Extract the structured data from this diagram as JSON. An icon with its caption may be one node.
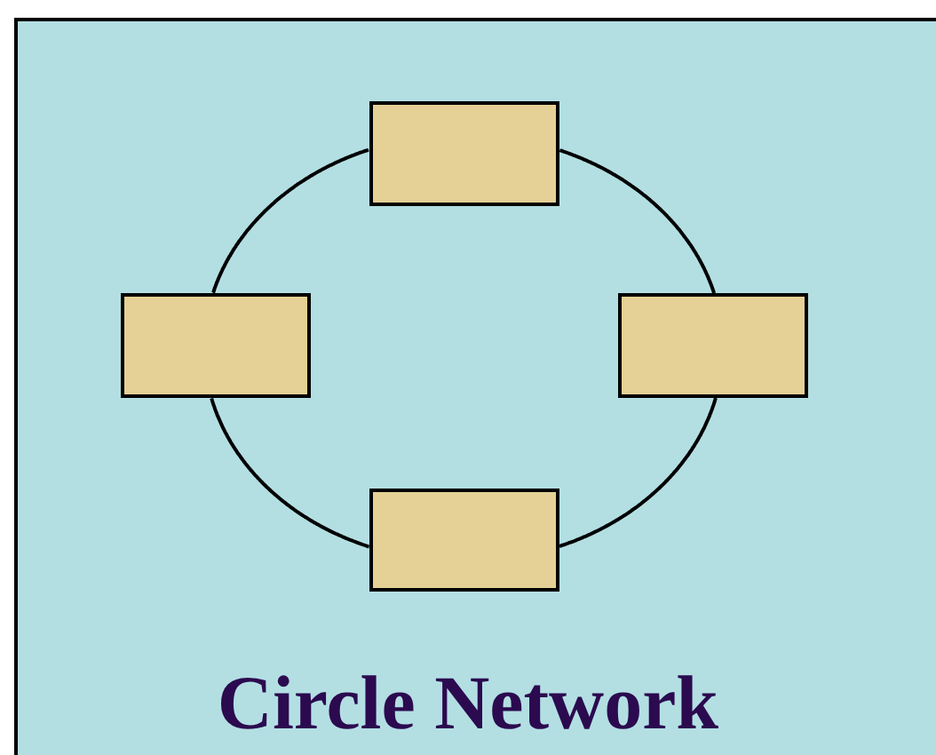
{
  "diagram": {
    "title": "Circle Network",
    "nodes": [
      {
        "text": [],
        "shape": "box"
      },
      {
        "text": [],
        "shape": "box"
      },
      {
        "text": [],
        "shape": "box"
      },
      {
        "text": [],
        "shape": "box"
      }
    ],
    "edges": [
      {
        "from": 0,
        "to": 2,
        "arrow": "none"
      },
      {
        "from": 2,
        "to": 3,
        "arrow": "none"
      },
      {
        "from": 3,
        "to": 1,
        "arrow": "none"
      },
      {
        "from": 1,
        "to": 0,
        "arrow": "none"
      }
    ]
  }
}
